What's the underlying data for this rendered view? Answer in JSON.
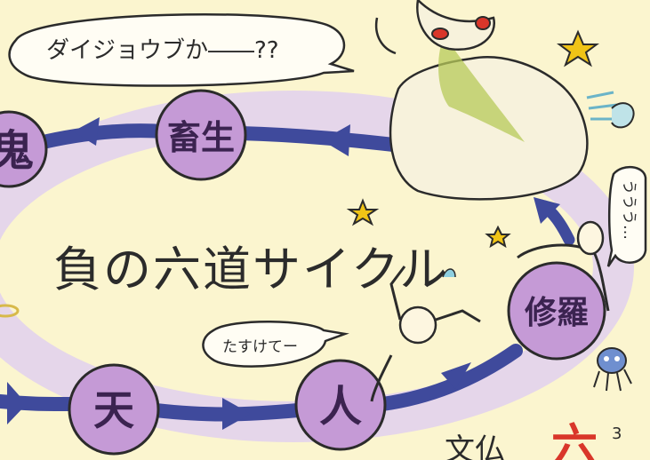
{
  "title": "負の六道サイクル",
  "realms": {
    "oni": "鬼",
    "chikusho": "畜生",
    "shura": "修羅",
    "ten": "天",
    "hito": "人"
  },
  "speech": {
    "top_bubble": "ダイジョウブか――??",
    "help_bubble": "たすけてー",
    "groan_bubble": "ううう…"
  },
  "bottom_text": {
    "partial": "文仏",
    "corner": "六",
    "number": "3"
  },
  "colors": {
    "background": "#fbf5cf",
    "arrow": "#3f4a9c",
    "circle": "#c59ad6",
    "halo": "#e3d4ee",
    "accent_red": "#d9362a",
    "star": "#f0c416"
  }
}
